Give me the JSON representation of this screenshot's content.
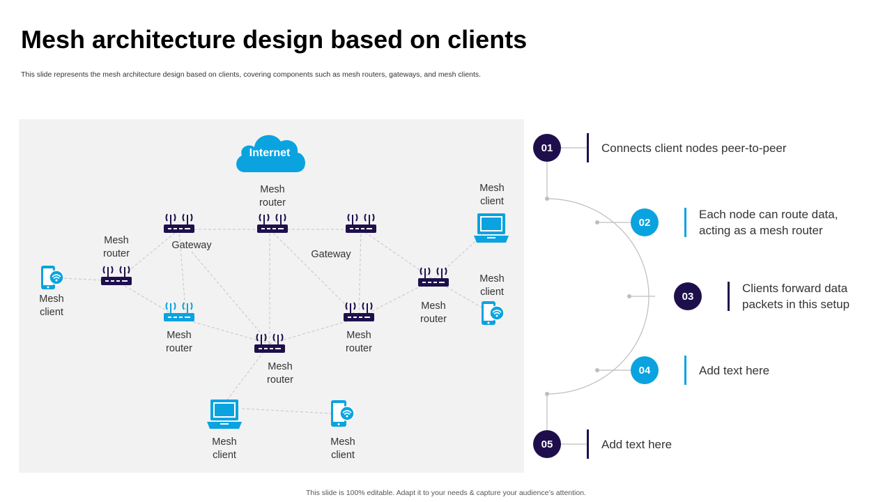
{
  "page": {
    "title": "Mesh architecture design based on clients",
    "subtitle": "This slide represents the mesh architecture design based on clients, covering components such as mesh routers, gateways, and mesh clients.",
    "footer": "This slide is 100% editable. Adapt it to your needs & capture your audience’s attention."
  },
  "colors": {
    "dark": "#1e0f4c",
    "blue": "#0aa3e0",
    "panel": "#f2f2f2"
  },
  "diagram": {
    "cloud_label": "Internet",
    "labels": {
      "router_top": [
        "Mesh",
        "router"
      ],
      "gateway_left": "Gateway",
      "gateway_right": "Gateway",
      "router_left": [
        "Mesh",
        "router"
      ],
      "router_mid_left": [
        "Mesh",
        "router"
      ],
      "router_center": [
        "Mesh",
        "router"
      ],
      "router_mid_right": [
        "Mesh",
        "router"
      ],
      "router_right": [
        "Mesh",
        "router"
      ],
      "client_left": [
        "Mesh",
        "client"
      ],
      "client_top_right": [
        "Mesh",
        "client"
      ],
      "client_right": [
        "Mesh",
        "client"
      ],
      "client_bottom_laptop": [
        "Mesh",
        "client"
      ],
      "client_bottom_phone": [
        "Mesh",
        "client"
      ]
    }
  },
  "steps": [
    {
      "num": "01",
      "text": "Connects client nodes peer-to-peer"
    },
    {
      "num": "02",
      "text": "Each node can route data,\nacting as a mesh router"
    },
    {
      "num": "03",
      "text": "Clients forward data\npackets in this setup"
    },
    {
      "num": "04",
      "text": "Add text here"
    },
    {
      "num": "05",
      "text": "Add text here"
    }
  ]
}
